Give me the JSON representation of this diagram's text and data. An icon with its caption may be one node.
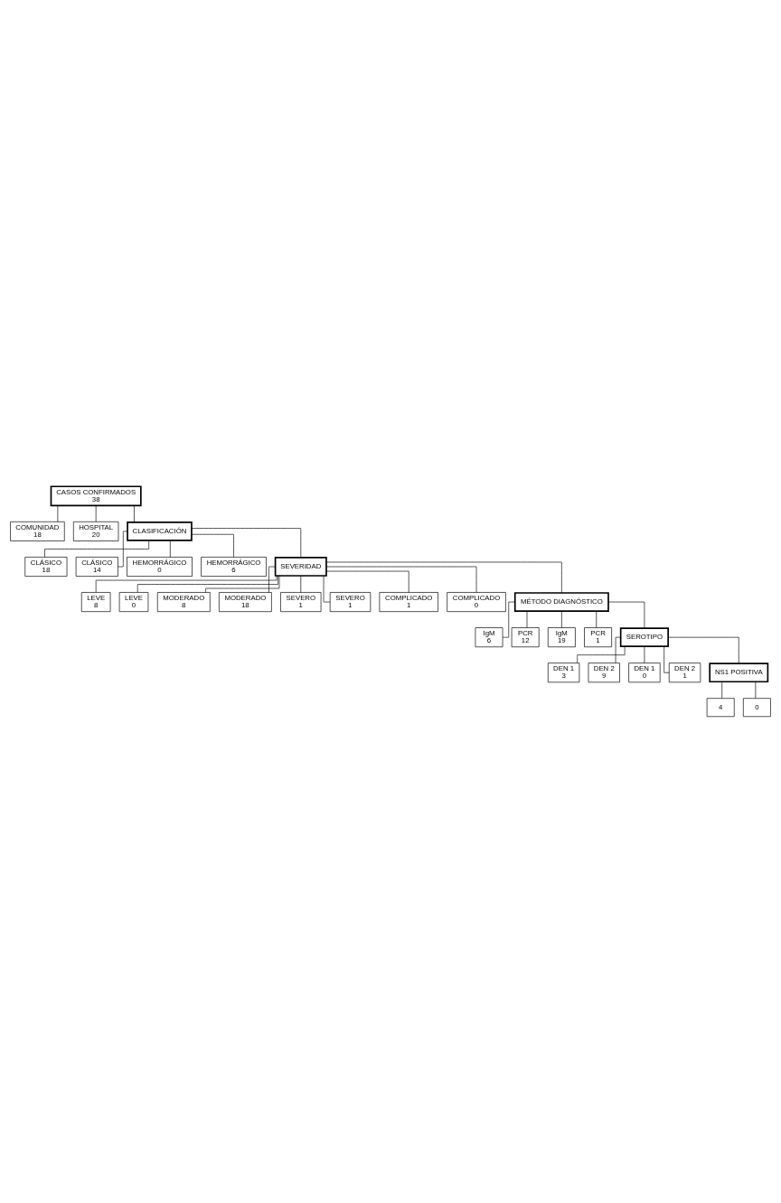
{
  "diagram": {
    "nodes": [
      {
        "text": [
          "CASOS CONFIRMADOS",
          "38"
        ]
      },
      {
        "text": [
          "COMUNIDAD",
          "18"
        ]
      },
      {
        "text": [
          "HOSPITAL",
          "20"
        ]
      },
      {
        "text": [
          "CLASIFICACIÓN"
        ]
      },
      {
        "text": [
          "CLÁSICO",
          "18"
        ]
      },
      {
        "text": [
          "CLÁSICO",
          "14"
        ]
      },
      {
        "text": [
          "HEMORRÁGICO",
          "0"
        ]
      },
      {
        "text": [
          "HEMORRÁGICO",
          "6"
        ]
      },
      {
        "text": [
          "SEVERIDAD"
        ]
      },
      {
        "text": [
          "LEVE",
          "8"
        ]
      },
      {
        "text": [
          "LEVE",
          "0"
        ]
      },
      {
        "text": [
          "MODERADO",
          "8"
        ]
      },
      {
        "text": [
          "MODERADO",
          "18"
        ]
      },
      {
        "text": [
          "SEVERO",
          "1"
        ]
      },
      {
        "text": [
          "SEVERO",
          "1"
        ]
      },
      {
        "text": [
          "COMPLICADO",
          "1"
        ]
      },
      {
        "text": [
          "COMPLICADO",
          "0"
        ]
      },
      {
        "text": [
          "MÉTODO DIAGNÓSTICO"
        ]
      },
      {
        "text": [
          "IgM",
          "6"
        ]
      },
      {
        "text": [
          "PCR",
          "12"
        ]
      },
      {
        "text": [
          "IgM",
          "19"
        ]
      },
      {
        "text": [
          "PCR",
          "1"
        ]
      },
      {
        "text": [
          "SEROTIPO"
        ]
      },
      {
        "text": [
          "DEN 1",
          "3"
        ]
      },
      {
        "text": [
          "DEN 2",
          "9"
        ]
      },
      {
        "text": [
          "DEN 1",
          "0"
        ]
      },
      {
        "text": [
          "DEN 2",
          "1"
        ]
      },
      {
        "text": [
          "NS1 POSITIVA"
        ]
      },
      {
        "text": [
          "4"
        ]
      },
      {
        "text": [
          "0"
        ]
      }
    ],
    "edges": [
      {
        "from": 0,
        "to": 1,
        "arrow": "none"
      },
      {
        "from": 0,
        "to": 2,
        "arrow": "none"
      },
      {
        "from": 0,
        "to": 3,
        "arrow": "none"
      },
      {
        "from": 3,
        "to": 4,
        "arrow": "none"
      },
      {
        "from": 3,
        "to": 5,
        "arrow": "none"
      },
      {
        "from": 3,
        "to": 6,
        "arrow": "none"
      },
      {
        "from": 3,
        "to": 7,
        "arrow": "none"
      },
      {
        "from": 3,
        "to": 8,
        "arrow": "none"
      },
      {
        "from": 8,
        "to": 9,
        "arrow": "none"
      },
      {
        "from": 8,
        "to": 10,
        "arrow": "none"
      },
      {
        "from": 8,
        "to": 11,
        "arrow": "none"
      },
      {
        "from": 8,
        "to": 12,
        "arrow": "none"
      },
      {
        "from": 8,
        "to": 13,
        "arrow": "none"
      },
      {
        "from": 8,
        "to": 14,
        "arrow": "none"
      },
      {
        "from": 8,
        "to": 15,
        "arrow": "none"
      },
      {
        "from": 8,
        "to": 16,
        "arrow": "none"
      },
      {
        "from": 8,
        "to": 17,
        "arrow": "none"
      },
      {
        "from": 17,
        "to": 18,
        "arrow": "none"
      },
      {
        "from": 17,
        "to": 19,
        "arrow": "none"
      },
      {
        "from": 17,
        "to": 20,
        "arrow": "none"
      },
      {
        "from": 17,
        "to": 21,
        "arrow": "none"
      },
      {
        "from": 17,
        "to": 22,
        "arrow": "none"
      },
      {
        "from": 22,
        "to": 23,
        "arrow": "none"
      },
      {
        "from": 22,
        "to": 24,
        "arrow": "none"
      },
      {
        "from": 22,
        "to": 25,
        "arrow": "none"
      },
      {
        "from": 22,
        "to": 26,
        "arrow": "none"
      },
      {
        "from": 22,
        "to": 27,
        "arrow": "none"
      },
      {
        "from": 27,
        "to": 28,
        "arrow": "none"
      },
      {
        "from": 27,
        "to": 29,
        "arrow": "none"
      }
    ]
  }
}
